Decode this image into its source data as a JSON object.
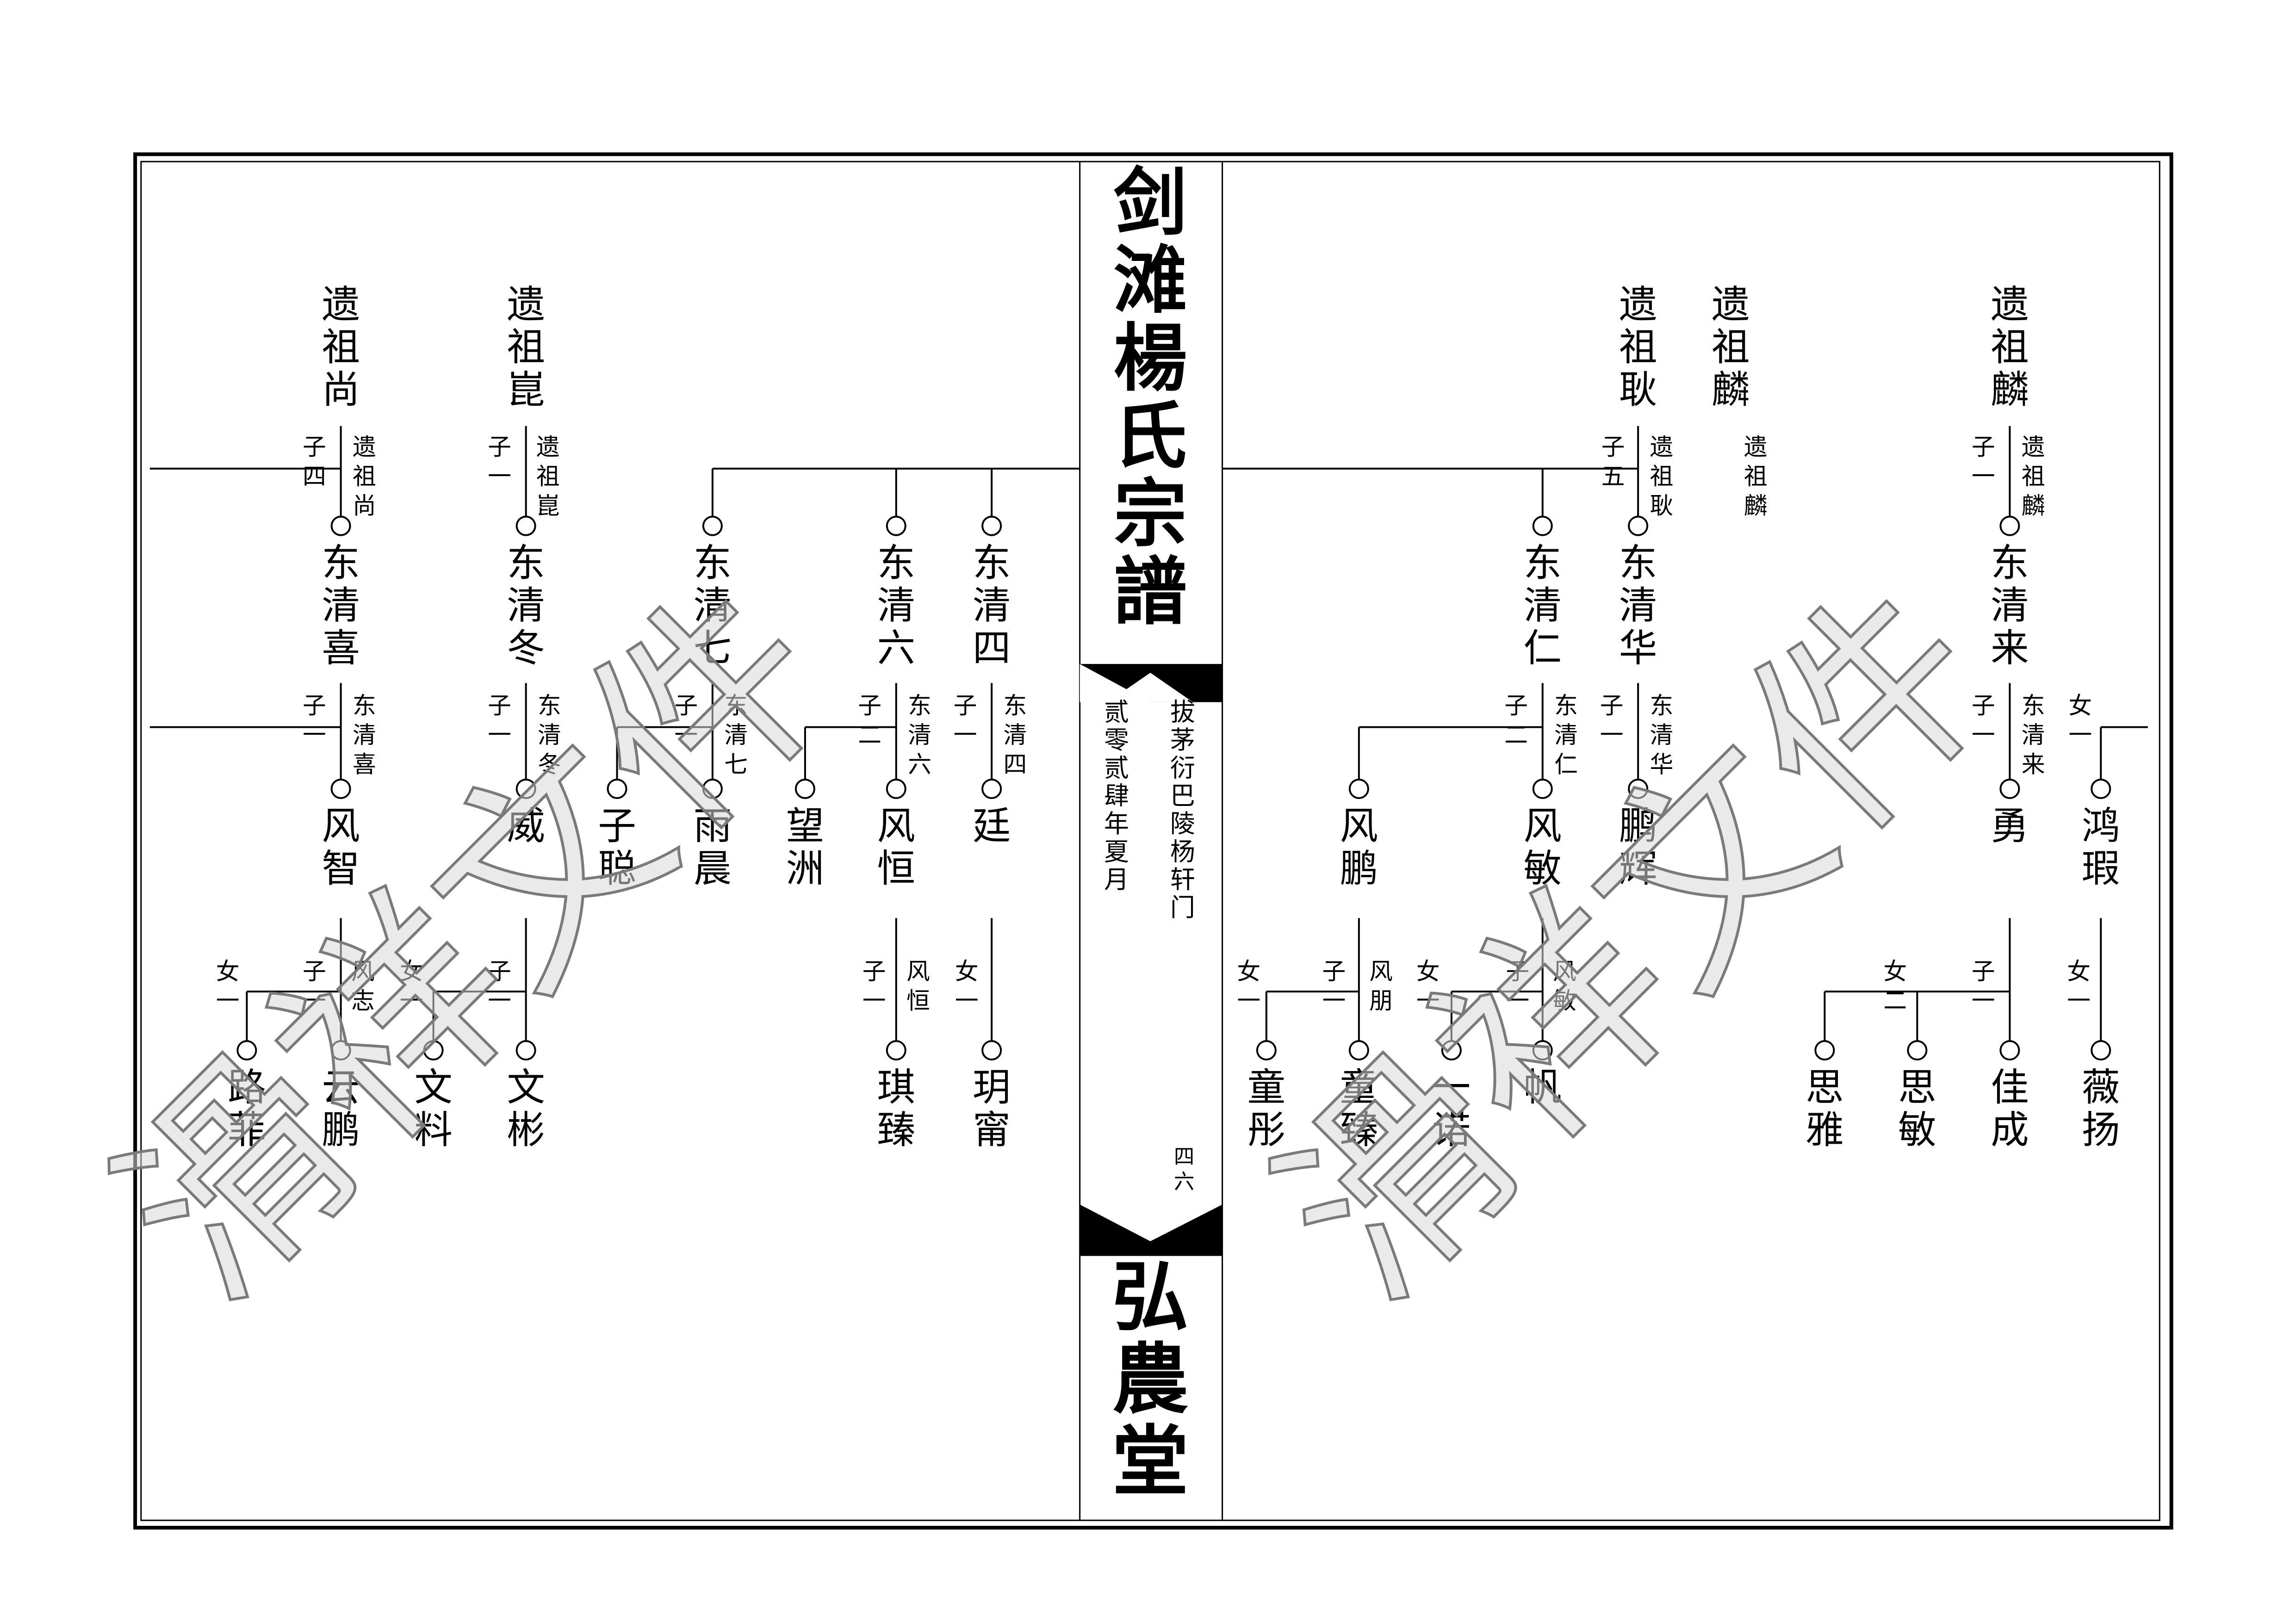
{
  "book": {
    "title": "剑滩楊氏宗譜",
    "hall": "弘農堂",
    "branch": "拔茅衍巴陵杨轩门",
    "date": "贰零贰肆年夏月",
    "page_number": "四六",
    "watermark": "滑祥文件"
  },
  "colors": {
    "ink": "#000000",
    "watermark_fill": "#d9d9d9",
    "watermark_stroke": "#7a7a7a"
  },
  "genealogy": {
    "fathers": [
      {
        "id": "F1",
        "name": "遗祖尚",
        "tag": "遗祖尚",
        "sons": "子四"
      },
      {
        "id": "F2",
        "name": "遗祖崑",
        "tag": "遗祖崑",
        "sons": "子一"
      },
      {
        "id": "F3",
        "name": "遗祖耿",
        "tag": "遗祖耿",
        "sons": "子五"
      },
      {
        "id": "F4",
        "name": "遗祖麟",
        "tag": "遗祖麟",
        "sons": ""
      },
      {
        "id": "F5",
        "name": "遗祖麟",
        "tag": "遗祖麟",
        "sons": "子一"
      }
    ],
    "generation2": [
      {
        "id": "G2a",
        "name": "东清喜",
        "tag": "东清喜",
        "sons": "子一"
      },
      {
        "id": "G2b",
        "name": "东清冬",
        "tag": "东清冬",
        "sons": "子一"
      },
      {
        "id": "G2c",
        "name": "东清七",
        "tag": "东清七",
        "sons": "子一"
      },
      {
        "id": "G2d",
        "name": "东清六",
        "tag": "东清六",
        "sons": "子二"
      },
      {
        "id": "G2e",
        "name": "东清四",
        "tag": "东清四",
        "sons": "子一"
      },
      {
        "id": "G2f",
        "name": "东清仁",
        "tag": "东清仁",
        "sons": "子二"
      },
      {
        "id": "G2g",
        "name": "东清华",
        "tag": "东清华",
        "sons": "子一"
      },
      {
        "id": "G2h",
        "name": "东清来",
        "tag": "东清来",
        "sons": "子一",
        "daughters": "女一"
      }
    ],
    "generation3": [
      {
        "id": "G3a",
        "name": "风智",
        "tag": "风志",
        "sons": "子一",
        "daughters": "女一"
      },
      {
        "id": "G3b",
        "name": "威",
        "sons": "子一",
        "daughters": "女一"
      },
      {
        "id": "G3c",
        "name": "子聪"
      },
      {
        "id": "G3d",
        "name": "雨晨"
      },
      {
        "id": "G3e",
        "name": "望洲"
      },
      {
        "id": "G3f",
        "name": "风恒",
        "tag": "风恒",
        "sons": "子一"
      },
      {
        "id": "G3g",
        "name": "廷",
        "daughters": "女一"
      },
      {
        "id": "G3h",
        "name": "风鹏",
        "tag": "风朋",
        "sons": "子一",
        "daughters": "女一"
      },
      {
        "id": "G3i",
        "name": "风敏",
        "tag": "风敏",
        "sons": "子一",
        "daughters": "女一"
      },
      {
        "id": "G3j",
        "name": "鹏辉"
      },
      {
        "id": "G3k",
        "name": "勇",
        "sons": "子一",
        "daughters": "女二"
      },
      {
        "id": "G3l",
        "name": "鸿瑕",
        "daughters": "女一"
      }
    ],
    "generation4": [
      {
        "id": "G4a",
        "name": "路菲"
      },
      {
        "id": "G4b",
        "name": "云鹏"
      },
      {
        "id": "G4c",
        "name": "文料"
      },
      {
        "id": "G4d",
        "name": "文彬"
      },
      {
        "id": "G4e",
        "name": "琪臻"
      },
      {
        "id": "G4f",
        "name": "玥甯"
      },
      {
        "id": "G4g",
        "name": "童彤"
      },
      {
        "id": "G4h",
        "name": "童臻"
      },
      {
        "id": "G4i",
        "name": "一诺"
      },
      {
        "id": "G4j",
        "name": "帆"
      },
      {
        "id": "G4k",
        "name": "思雅"
      },
      {
        "id": "G4l",
        "name": "思敏"
      },
      {
        "id": "G4m",
        "name": "佳成"
      },
      {
        "id": "G4n",
        "name": "薇扬"
      }
    ]
  }
}
